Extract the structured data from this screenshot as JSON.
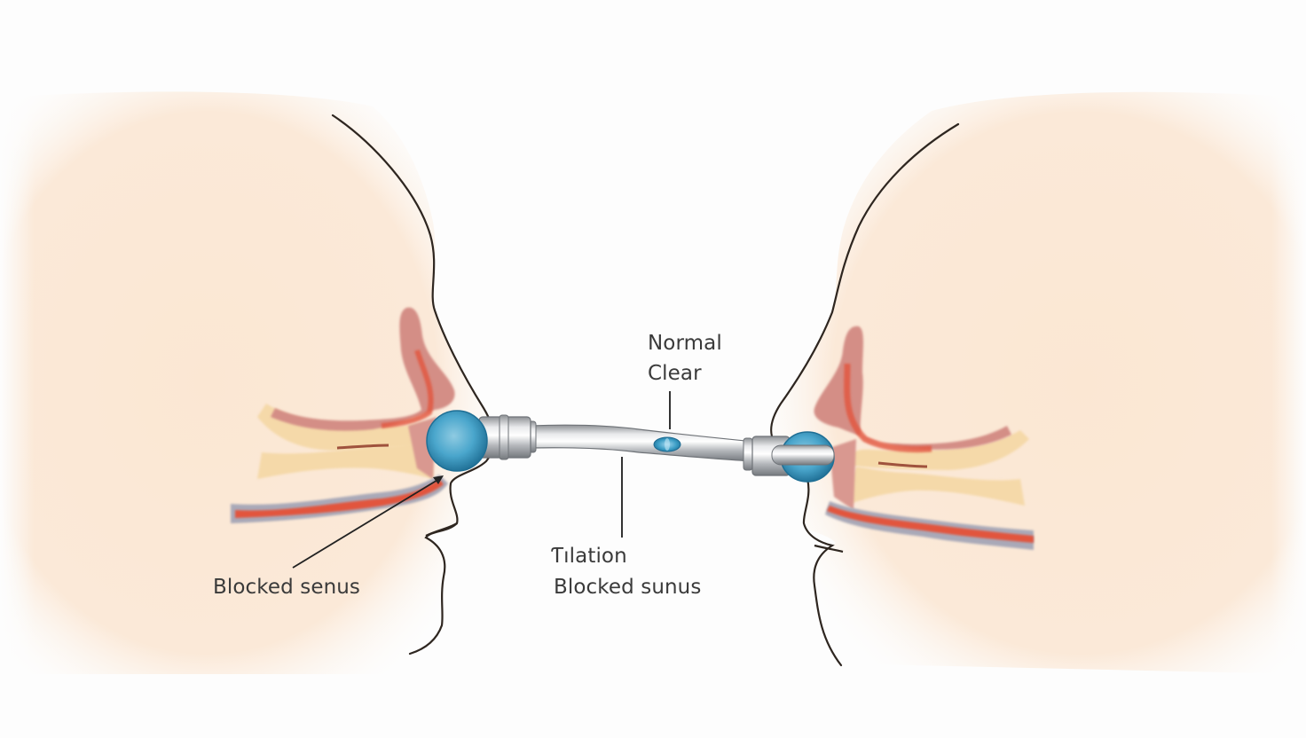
{
  "diagram": {
    "description": "Balloon sinus dilation device illustration between two facial profiles",
    "colors": {
      "background": "#fdfdfd",
      "skin": "#f9e6d3",
      "skin_edge": "#f3d4b8",
      "outline": "#2e2620",
      "sinus_pink": "#c8877e",
      "sinus_red": "#e2553c",
      "sinus_yellow": "#f5d9a9",
      "vessel_gray": "#a4a4b4",
      "balloon_blue": "#3a9cc4",
      "instrument_silver": "#b9bcc0"
    },
    "labels": {
      "normal": "Normal",
      "clear": "Clear",
      "dilation": "Ƭılation",
      "blocked_center": "Blocked sunus",
      "blocked_left": "Blocked senus"
    }
  }
}
